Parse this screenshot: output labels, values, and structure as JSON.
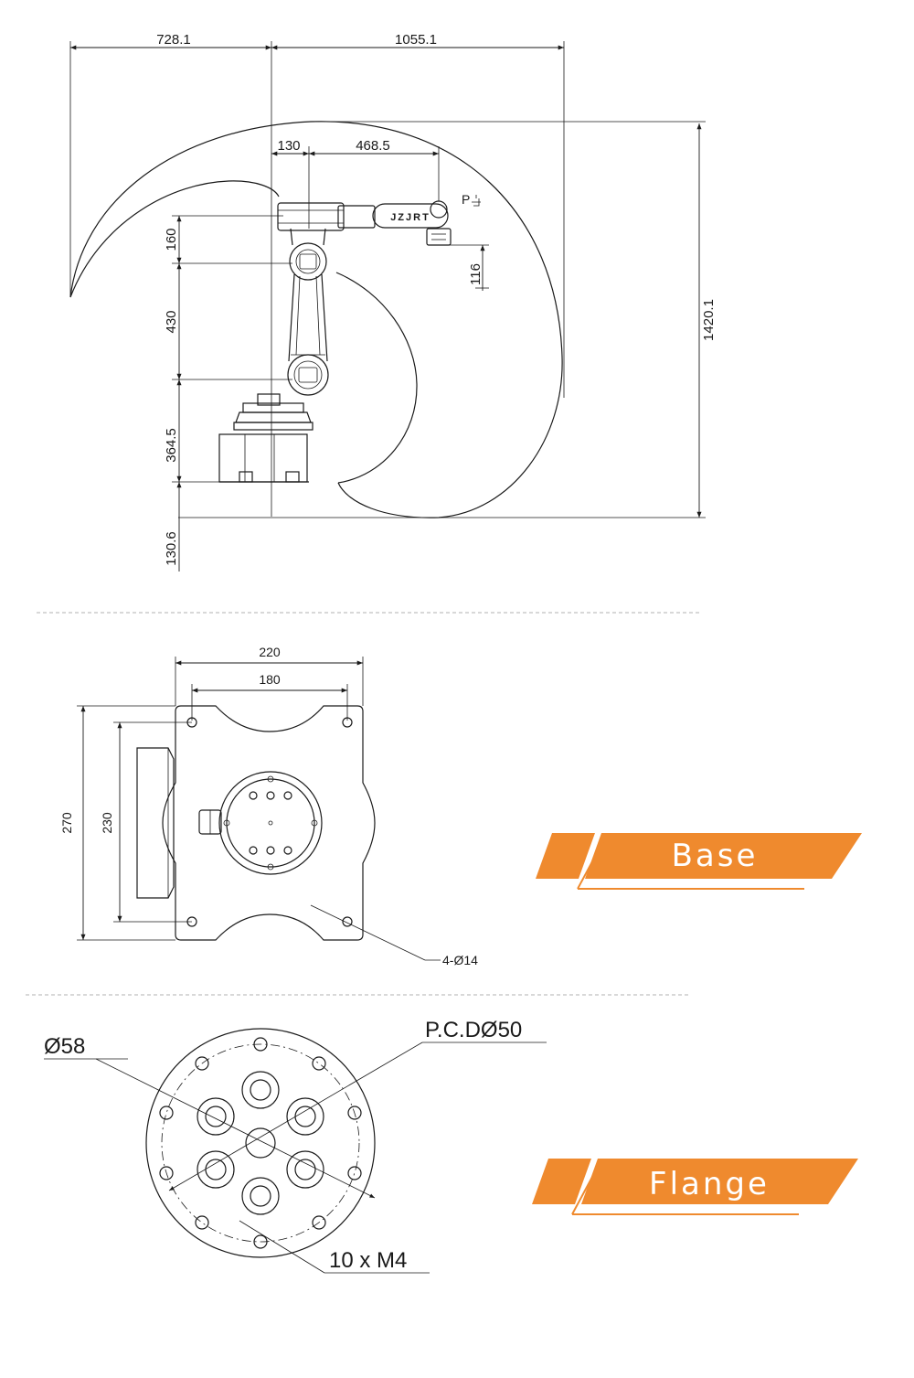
{
  "work_range": {
    "dims": {
      "reach_back": "728.1",
      "reach_front": "1055.1",
      "offset": "130",
      "arm2": "468.5",
      "h_top": "160",
      "h_arm": "430",
      "h_base": "364.5",
      "h_bottom": "130.6",
      "h_tool": "116",
      "h_total": "1420.1",
      "point_label": "P",
      "logo": "JZJRT"
    }
  },
  "base_view": {
    "title": "Base",
    "width_outer": "220",
    "width_inner": "180",
    "height_outer": "270",
    "height_inner": "230",
    "holes": "4-Ø14"
  },
  "flange_view": {
    "title": "Flange",
    "diameter": "Ø58",
    "pcd": "P.C.DØ50",
    "threads": "10 x  M4"
  },
  "colors": {
    "accent": "#ef8a2e",
    "line": "#1a1a1a"
  }
}
